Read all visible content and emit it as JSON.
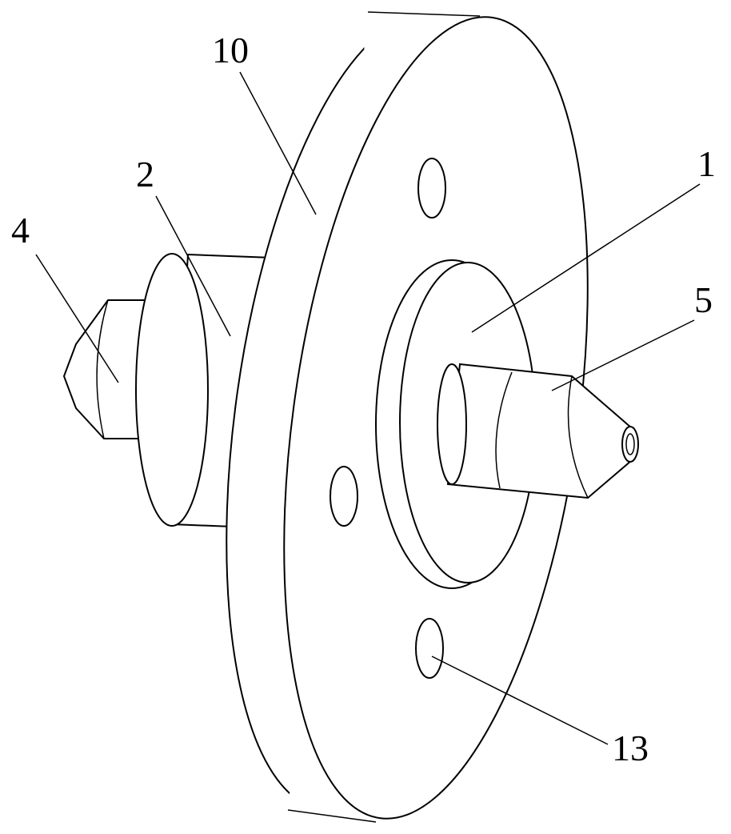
{
  "figure": {
    "labels": {
      "flange": "10",
      "body": "2",
      "left_nozzle": "4",
      "hub": "1",
      "right_nozzle": "5",
      "hole": "13"
    }
  }
}
